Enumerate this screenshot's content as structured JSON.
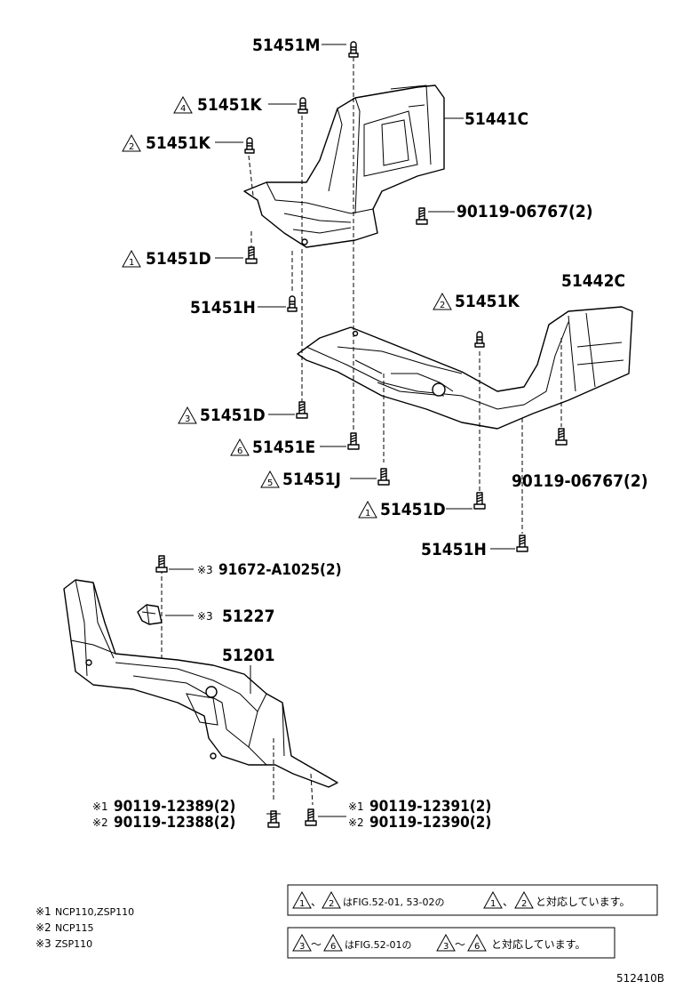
{
  "labels": {
    "p51451M": "51451M",
    "p51451K_a": "51451K",
    "p51441C": "51441C",
    "p51451K_b": "51451K",
    "p90119_06767_a": "90119-06767(2)",
    "p51451D_a": "51451D",
    "p51451H_a": "51451H",
    "p51442C": "51442C",
    "p51451K_c": "51451K",
    "p51451D_b": "51451D",
    "p51451E": "51451E",
    "p51451J": "51451J",
    "p90119_06767_b": "90119-06767(2)",
    "p51451D_c": "51451D",
    "p51451H_b": "51451H",
    "p91672": "91672-A1025(2)",
    "p51227": "51227",
    "p51201": "51201",
    "p90119_12389": "90119-12389(2)",
    "p90119_12388": "90119-12388(2)",
    "p90119_12391": "90119-12391(2)",
    "p90119_12390": "90119-12390(2)"
  },
  "markers": {
    "m1": "※1",
    "m2": "※2",
    "m3": "※3"
  },
  "triangles": {
    "t1": "1",
    "t2": "2",
    "t3": "3",
    "t4": "4",
    "t5": "5",
    "t6": "6"
  },
  "legend": {
    "line1": "NCP110,ZSP110",
    "line2": "NCP115",
    "line3": "ZSP110"
  },
  "notes": {
    "note1_sep": "、",
    "note1_text": "はFIG.52-01, 53-02の",
    "note1_end": "と対応しています。",
    "note2_sep": "～",
    "note2_text": "はFIG.52-01の",
    "note2_end": "と対応しています。"
  },
  "figure_id": "512410B"
}
